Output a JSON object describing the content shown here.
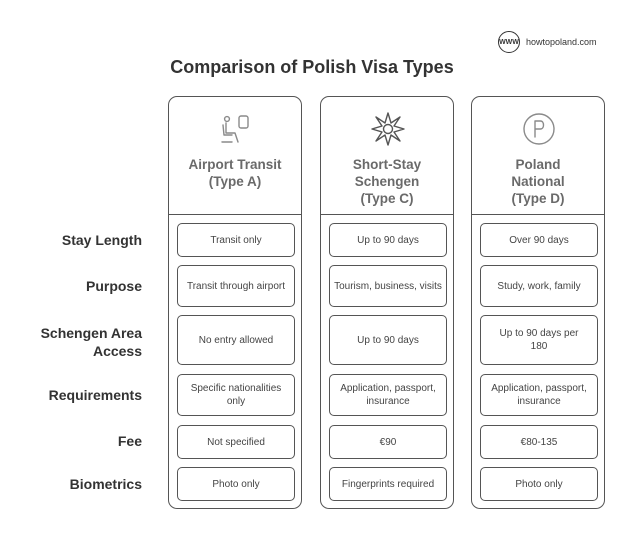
{
  "brand": {
    "icon": "www-globe-icon",
    "icon_text": "WWW",
    "url": "howtopoland.com"
  },
  "title": "Comparison of Polish Visa Types",
  "row_labels": [
    "Stay Length",
    "Purpose",
    "Schengen Area Access",
    "Requirements",
    "Fee",
    "Biometrics"
  ],
  "columns": [
    {
      "name": "Airport Transit (Type A)",
      "icon": "airport-seat-icon",
      "cells": [
        "Transit only",
        "Transit through airport",
        "No entry allowed",
        "Specific nationalities only",
        "Not specified",
        "Photo only"
      ]
    },
    {
      "name": "Short-Stay Schengen (Type C)",
      "icon": "compass-star-icon",
      "cells": [
        "Up to 90 days",
        "Tourism, business, visits",
        "Up to 90 days",
        "Application, passport, insurance",
        "€90",
        "Fingerprints required"
      ]
    },
    {
      "name": "Poland National (Type D)",
      "icon": "parking-p-icon",
      "cells": [
        "Over 90 days",
        "Study, work, family",
        "Up to 90 days per 180",
        "Application, passport, insurance",
        "€80-135",
        "Photo only"
      ]
    }
  ]
}
